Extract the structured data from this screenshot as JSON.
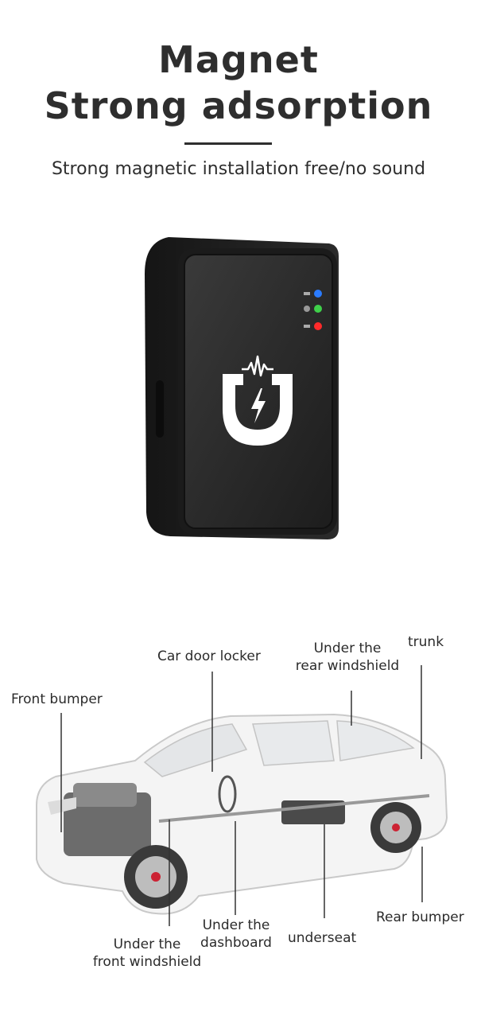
{
  "header": {
    "title_line1": "Magnet",
    "title_line2": "Strong adsorption",
    "subtitle": "Strong magnetic installation free/no sound"
  },
  "device": {
    "icon": "magnet-bolt-icon",
    "leds": [
      "blue",
      "green",
      "red"
    ],
    "body_color": "#2a2a2a"
  },
  "locations": {
    "car_door_locker": "Car door locker",
    "rear_windshield_line1": "Under the",
    "rear_windshield_line2": "rear windshield",
    "trunk": "trunk",
    "front_bumper": "Front bumper",
    "front_windshield_line1": "Under the",
    "front_windshield_line2": "front windshield",
    "dashboard_line1": "Under the",
    "dashboard_line2": "dashboard",
    "underseat": "underseat",
    "rear_bumper": "Rear bumper"
  }
}
